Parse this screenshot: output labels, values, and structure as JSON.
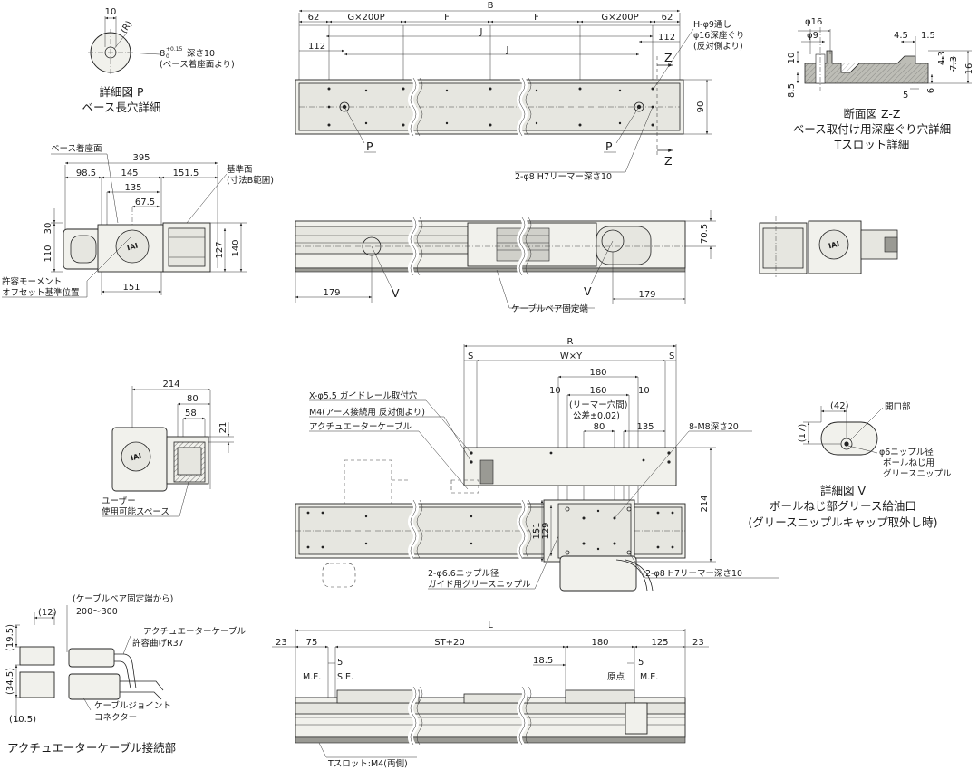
{
  "detail_p": {
    "title": "詳細図 P",
    "subtitle": "ベース長穴詳細",
    "dim_width": "10",
    "radius": "(R)",
    "depth_label": "深さ10",
    "base": "8",
    "tol_upper": "+0.15",
    "tol_lower": "0",
    "note": "(ベース着座面より)"
  },
  "top_view": {
    "total": "B",
    "edge_left": "62",
    "edge_right": "62",
    "pitch_left": "G×200P",
    "pitch_right": "G×200P",
    "f_left": "F",
    "f_right": "F",
    "j_upper": "J",
    "j_lower": "J",
    "inner_left": "112",
    "inner_right": "112",
    "height": "90",
    "through_hole": "H-φ9通し",
    "counterbore": "φ16深座ぐり",
    "counterbore_side": "(反対側より)",
    "section_mark_top": "Z",
    "section_mark_bottom": "Z",
    "p_left": "P",
    "p_right": "P",
    "reamer": "2-φ8 H7リーマー深さ10"
  },
  "section_zz": {
    "title": "断面図 Z-Z",
    "subtitle1": "ベース取付け用深座ぐり穴詳細",
    "subtitle2": "Tスロット詳細",
    "d16": "φ16",
    "d9": "φ9",
    "h10": "10",
    "h85": "8.5",
    "w45": "4.5",
    "w15": "1.5",
    "h43": "4.3",
    "h73": "7.3",
    "h16": "16",
    "w5": "5",
    "h6": "6"
  },
  "end_view": {
    "base_face": "ベース着座面",
    "total": "395",
    "w985": "98.5",
    "w145": "145",
    "w1515": "151.5",
    "w135": "135",
    "w675": "67.5",
    "ref_face": "基準面",
    "ref_range": "(寸法B範囲)",
    "h30": "30",
    "h110": "110",
    "h127": "127",
    "h140": "140",
    "w151": "151",
    "moment1": "許容モーメント",
    "moment2": "オフセット基準位置"
  },
  "side_view": {
    "h705": "70.5",
    "left179": "179",
    "right179": "179",
    "v_left": "V",
    "v_right": "V",
    "cable_fixed": "ケーブルベア固定端"
  },
  "slider_view": {
    "r": "R",
    "s_left": "S",
    "s_right": "S",
    "wy": "W×Y",
    "w180": "180",
    "w160": "160",
    "w10a": "10",
    "w10b": "10",
    "reamer_pitch1": "(リーマー穴間)",
    "reamer_pitch2": "公差±0.02)",
    "w80": "80",
    "w135": "135",
    "guide_holes": "X-φ5.5 ガイドレール取付穴",
    "m4": "M4(アース接続用 反対側より)",
    "act_cable": "アクチュエーターケーブル",
    "m8": "8-M8深さ20",
    "h214": "214",
    "h151": "151",
    "h129": "129",
    "nipple": "2-φ6.6ニップル径",
    "nipple2": "ガイド用グリースニップル",
    "reamer8": "2-φ8 H7リーマー深さ10"
  },
  "user_space": {
    "w214": "214",
    "w80": "80",
    "w58": "58",
    "h21": "21",
    "label1": "ユーザー",
    "label2": "使用可能スペース"
  },
  "detail_v": {
    "title": "詳細図 V",
    "subtitle1": "ボールねじ部グリース給油口",
    "subtitle2": "(グリースニップルキャップ取外し時)",
    "w42": "(42)",
    "h17": "(17)",
    "opening": "開口部",
    "nipple1": "φ6ニップル径",
    "nipple2": "ボールねじ用",
    "nipple3": "グリースニップル"
  },
  "cable_joint": {
    "title": "アクチュエーターケーブル接続部",
    "w12": "(12)",
    "h195": "(19.5)",
    "h345": "(34.5)",
    "h105": "(10.5)",
    "from1": "(ケーブルベア固定端から)",
    "from2": "200〜300",
    "bend1": "アクチュエーターケーブル",
    "bend2": "許容曲げR37",
    "joint1": "ケーブルジョイント",
    "joint2": "コネクター"
  },
  "bottom_view": {
    "total": "L",
    "e23l": "23",
    "e23r": "23",
    "w75": "75",
    "w5a": "5",
    "st": "ST+20",
    "w185": "18.5",
    "w180": "180",
    "w125": "125",
    "w5b": "5",
    "me_left": "M.E.",
    "se": "S.E.",
    "origin": "原点",
    "me_right": "M.E.",
    "tslot": "Tスロット:M4(両側)"
  }
}
